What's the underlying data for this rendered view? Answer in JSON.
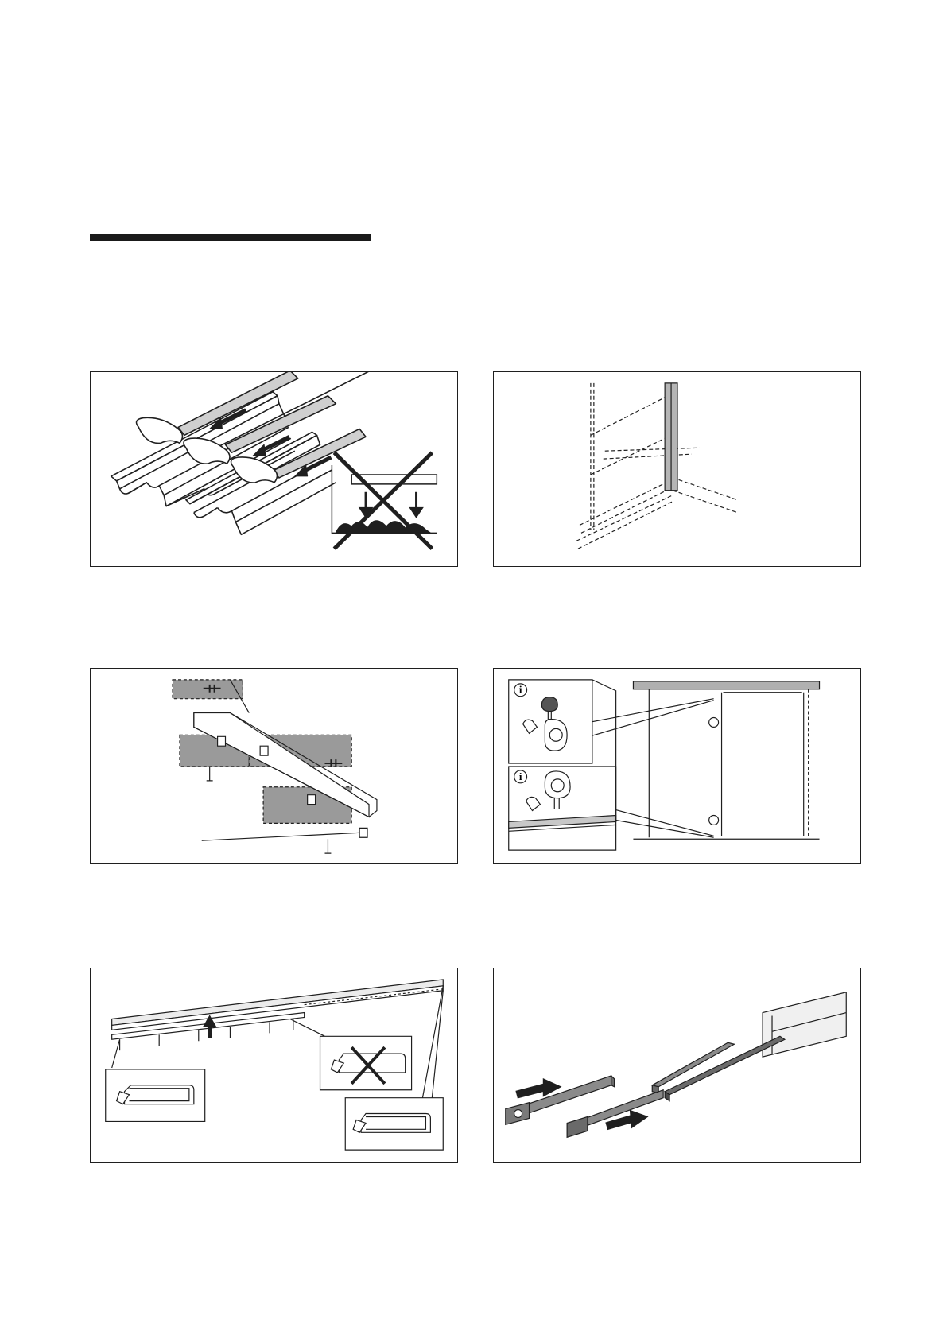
{
  "page": {
    "background": "#ffffff",
    "line_color": "#1f1f1f",
    "shade_color": "#9a9a9a"
  },
  "title_bar": {
    "icon": "section-heading-rule"
  },
  "panels": [
    {
      "id": "p1",
      "depicts": "rail-tape-application",
      "icons": [
        "arrow-left-icon",
        "cross-mark-icon"
      ]
    },
    {
      "id": "p2",
      "depicts": "wall-alignment-outline",
      "icons": []
    },
    {
      "id": "p3",
      "depicts": "rail-mounting-screws",
      "icons": [
        "screw-icon"
      ]
    },
    {
      "id": "p4",
      "depicts": "door-guide-adjustment",
      "icons": [
        "info-icon",
        "hand-icon"
      ],
      "info_glyph": "i"
    },
    {
      "id": "p5",
      "depicts": "rail-cutting-saw",
      "icons": [
        "hacksaw-icon",
        "arrow-up-icon",
        "cross-mark-icon"
      ]
    },
    {
      "id": "p6",
      "depicts": "damper-insertion",
      "icons": [
        "arrow-right-icon"
      ]
    }
  ]
}
